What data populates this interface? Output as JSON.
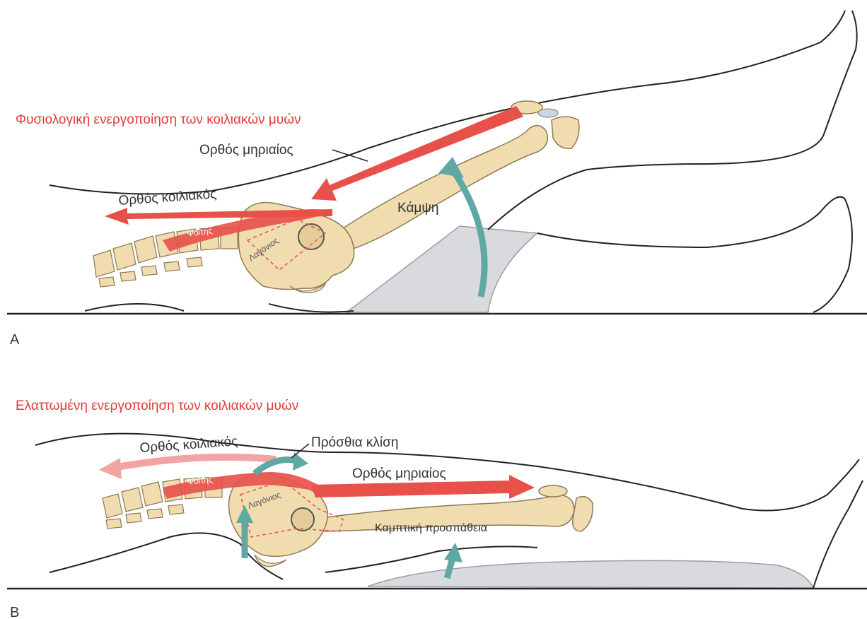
{
  "colors": {
    "muscle_red": "#e8504a",
    "muscle_pink": "#f2a3a3",
    "bone": "#f0dcae",
    "bone_stroke": "#8c7a55",
    "skin_stroke": "#222222",
    "arrow_teal": "#5fa8a3",
    "support_grey": "#d8dadd",
    "title_red": "#e23b3b"
  },
  "panel_a": {
    "letter": "A",
    "title": "Φυσιολογική ενεργοποίηση των κοιλιακών μυών",
    "rectus_femoris": "Ορθός μηριαίος",
    "rectus_abdominis": "Ορθός κοιλιακός",
    "psoas": "Ψοΐτης",
    "iliacus": "Λαγόνιος",
    "flexion": "Κάμψη"
  },
  "panel_b": {
    "letter": "B",
    "title": "Ελαττωμένη ενεργοποίηση των κοιλιακών μυών",
    "rectus_abdominis": "Ορθός κοιλιακός",
    "anterior_tilt": "Πρόσθια κλίση",
    "rectus_femoris": "Ορθός μηριαίος",
    "psoas": "Ψοΐτης",
    "iliacus": "Λαγόνιος",
    "flexion_effort": "Καμπτική προσπάθεια"
  }
}
